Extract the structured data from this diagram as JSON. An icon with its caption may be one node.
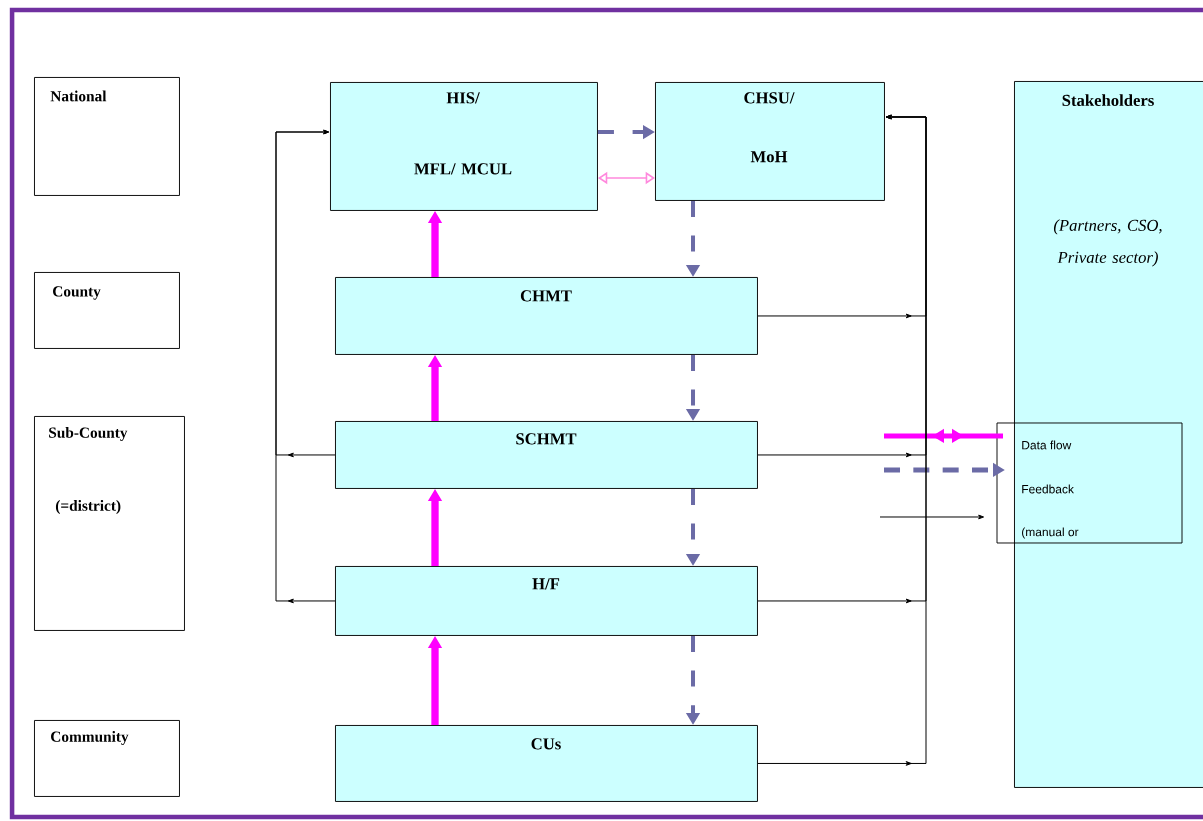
{
  "diagram": {
    "nodes": [
      {
        "text": [
          "National"
        ]
      },
      {
        "text": [
          "County"
        ]
      },
      {
        "text": [
          "Sub-County",
          "(=district)"
        ]
      },
      {
        "text": [
          "Community"
        ]
      },
      {
        "text": [
          "HIS/",
          "MFL/ MCUL"
        ]
      },
      {
        "text": [
          "CHSU/",
          "MoH"
        ]
      },
      {
        "text": [
          "CHMT"
        ]
      },
      {
        "text": [
          "SCHMT"
        ]
      },
      {
        "text": [
          "H/F"
        ]
      },
      {
        "text": [
          "CUs"
        ]
      },
      {
        "text": [
          "Stakeholders",
          "(Partners, CSO, Private sector)"
        ]
      }
    ],
    "edges": [
      {
        "from": 6,
        "to": 4,
        "arrow": "to",
        "style": "thick",
        "color": "#ff00ff"
      },
      {
        "from": 7,
        "to": 6,
        "arrow": "to",
        "style": "thick",
        "color": "#ff00ff"
      },
      {
        "from": 8,
        "to": 7,
        "arrow": "to",
        "style": "thick",
        "color": "#ff00ff"
      },
      {
        "from": 9,
        "to": 8,
        "arrow": "to",
        "style": "thick",
        "color": "#ff00ff"
      },
      {
        "from": 4,
        "to": 5,
        "arrow": "to",
        "style": "dashed",
        "color": "#6b6ba6"
      },
      {
        "from": 5,
        "to": 6,
        "arrow": "to",
        "style": "dashed",
        "color": "#6b6ba6"
      },
      {
        "from": 6,
        "to": 7,
        "arrow": "to",
        "style": "dashed",
        "color": "#6b6ba6"
      },
      {
        "from": 7,
        "to": 8,
        "arrow": "to",
        "style": "dashed",
        "color": "#6b6ba6"
      },
      {
        "from": 8,
        "to": 9,
        "arrow": "to",
        "style": "dashed",
        "color": "#6b6ba6"
      },
      {
        "from": 4,
        "to": 5,
        "arrow": "both",
        "color": "#ff88dd"
      },
      {
        "from": 7,
        "to": 4,
        "arrow": "to"
      },
      {
        "from": 8,
        "to": 4,
        "arrow": "to"
      },
      {
        "from": 6,
        "to": 5,
        "arrow": "to"
      },
      {
        "from": 7,
        "to": 5,
        "arrow": "to"
      },
      {
        "from": 8,
        "to": 5,
        "arrow": "to"
      },
      {
        "from": 9,
        "to": 5,
        "arrow": "to"
      }
    ],
    "legend": [
      {
        "text": "Data flow"
      },
      {
        "text": "Feedback"
      },
      {
        "text": "(manual or"
      }
    ]
  }
}
